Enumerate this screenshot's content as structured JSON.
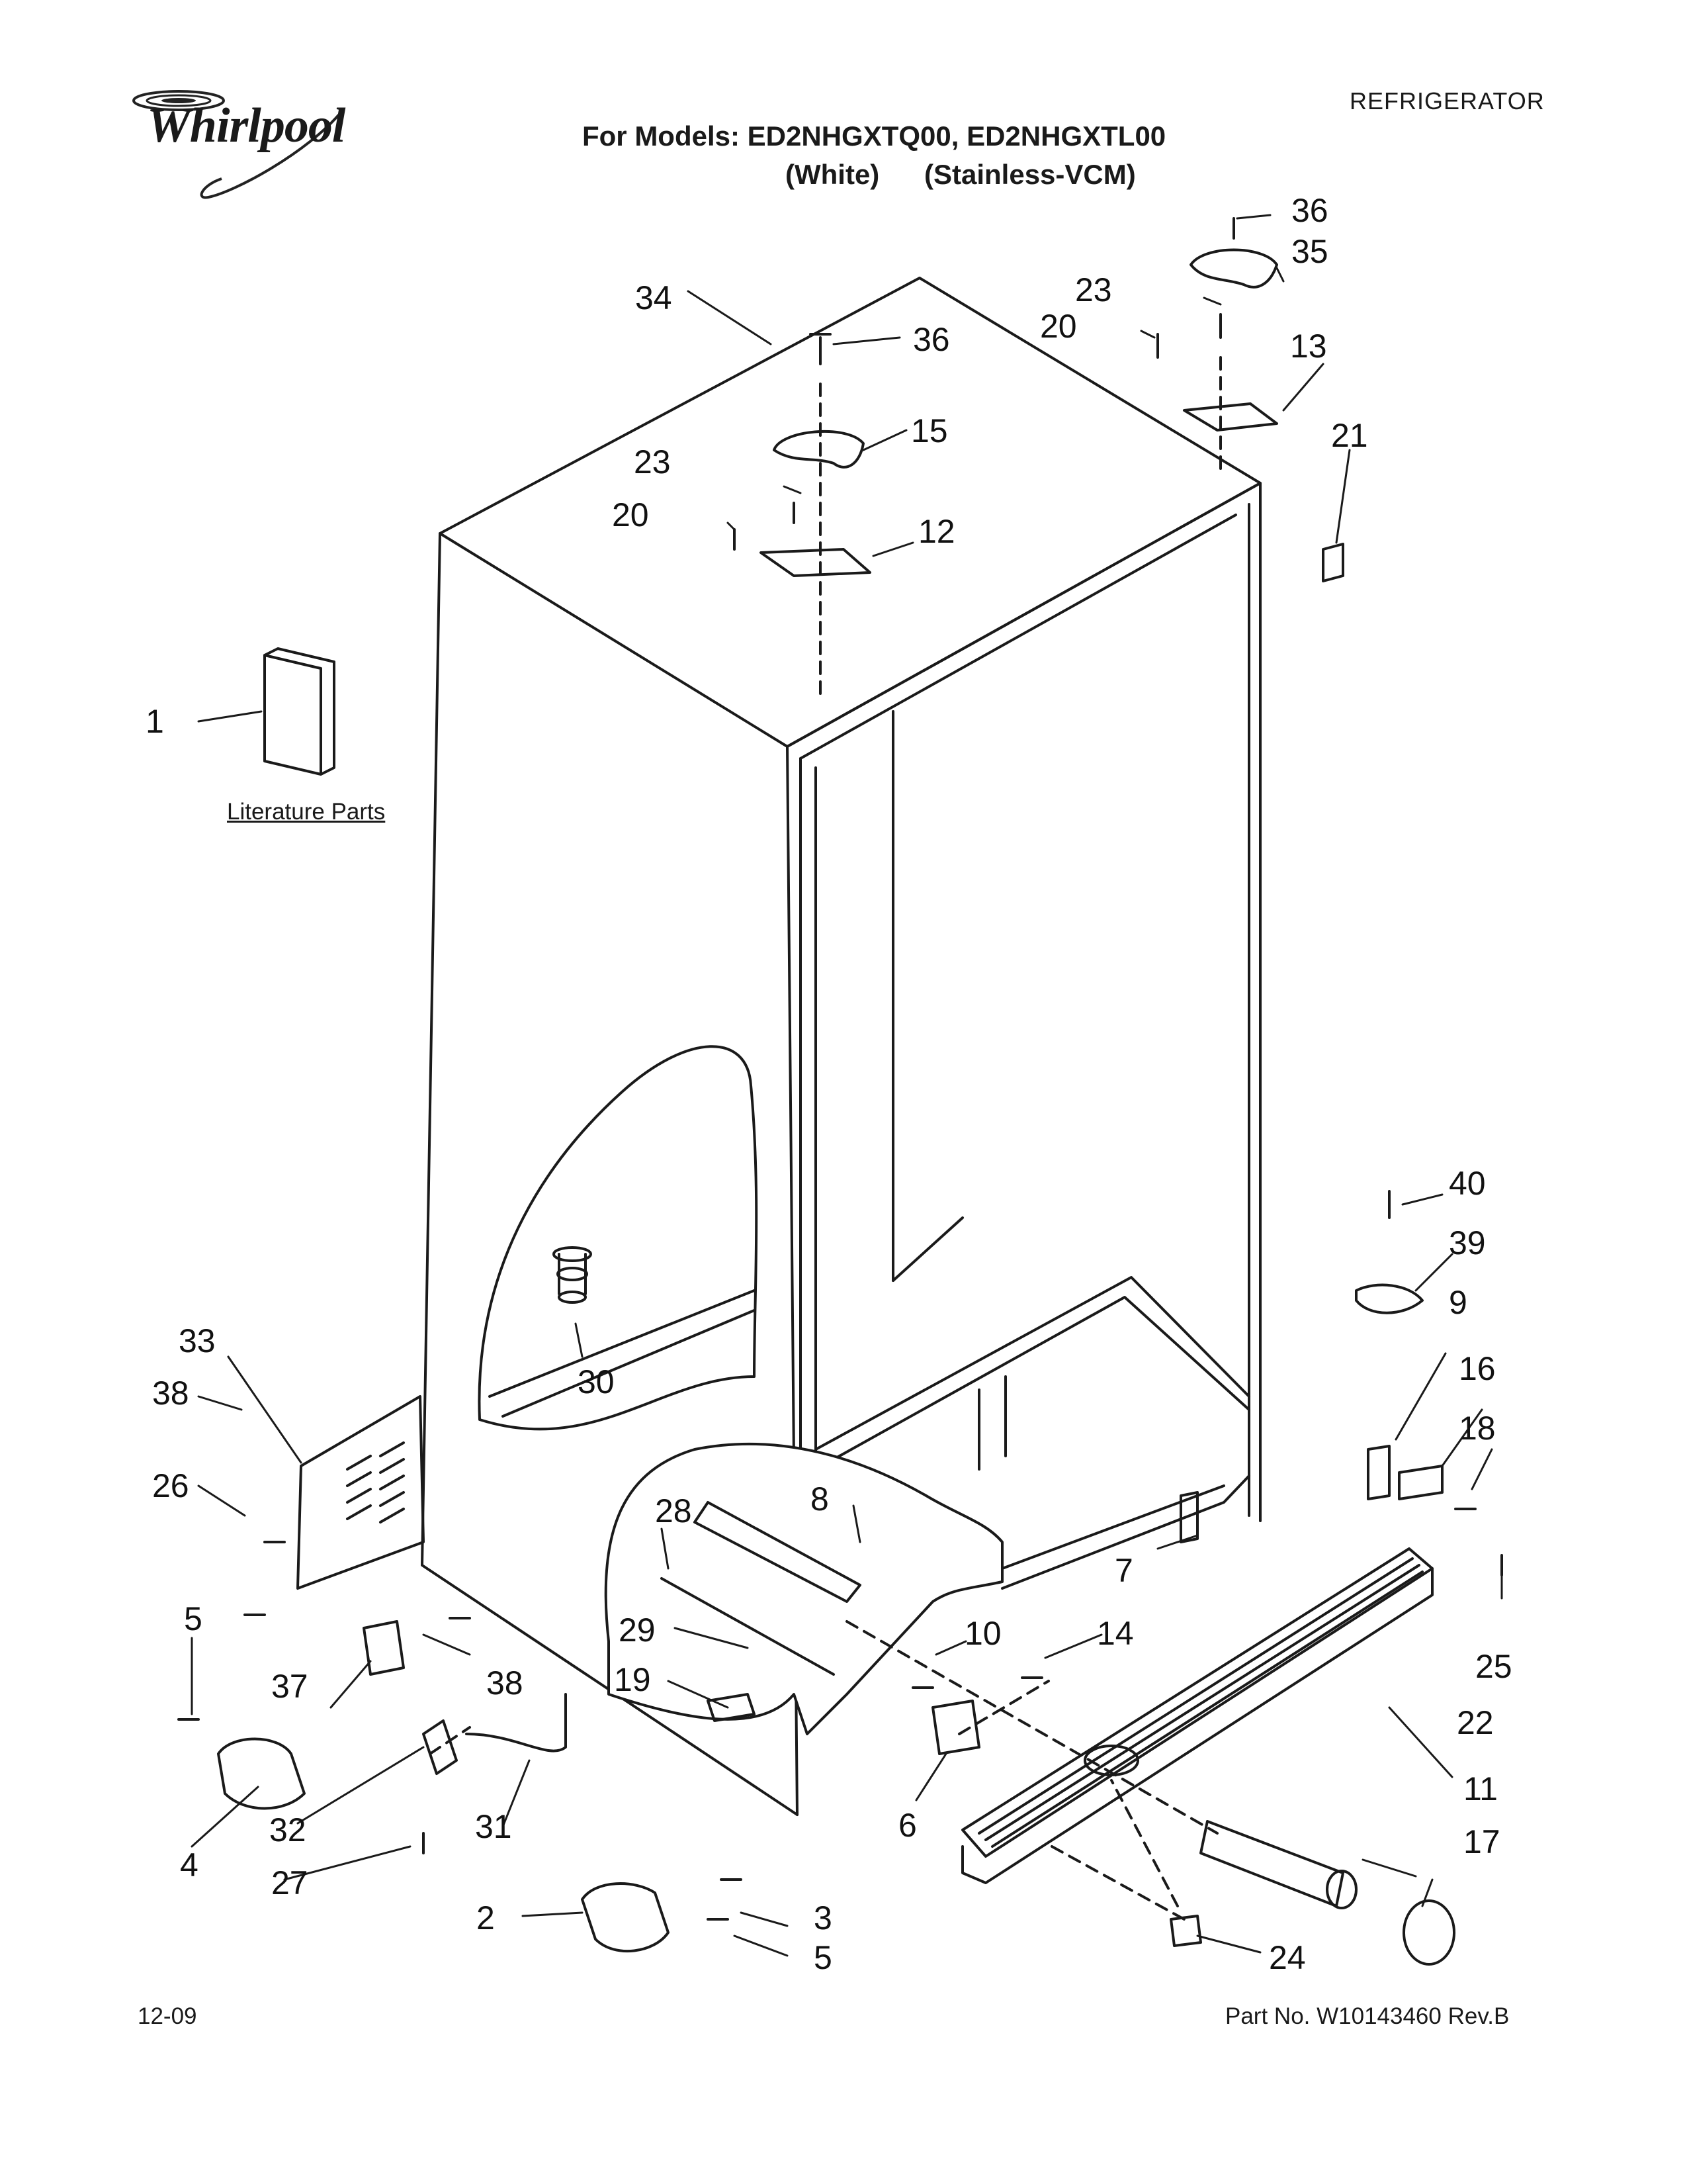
{
  "brand": {
    "name": "Whirlpool"
  },
  "header": {
    "doc_type": "REFRIGERATOR",
    "models_line": "For Models: ED2NHGXTQ00, ED2NHGXTL00",
    "variant_white": "(White)",
    "variant_stainless": "(Stainless-VCM)"
  },
  "literature_caption": "Literature Parts",
  "callouts": [
    "1",
    "2",
    "3",
    "4",
    "5",
    "5",
    "6",
    "7",
    "8",
    "9",
    "10",
    "11",
    "12",
    "13",
    "14",
    "15",
    "16",
    "17",
    "18",
    "19",
    "20",
    "20",
    "21",
    "22",
    "23",
    "23",
    "24",
    "25",
    "26",
    "27",
    "28",
    "29",
    "30",
    "31",
    "32",
    "33",
    "34",
    "35",
    "36",
    "36",
    "37",
    "38",
    "38",
    "39",
    "40"
  ],
  "footer": {
    "date": "12-09",
    "part_no": "Part No. W10143460 Rev.B"
  }
}
